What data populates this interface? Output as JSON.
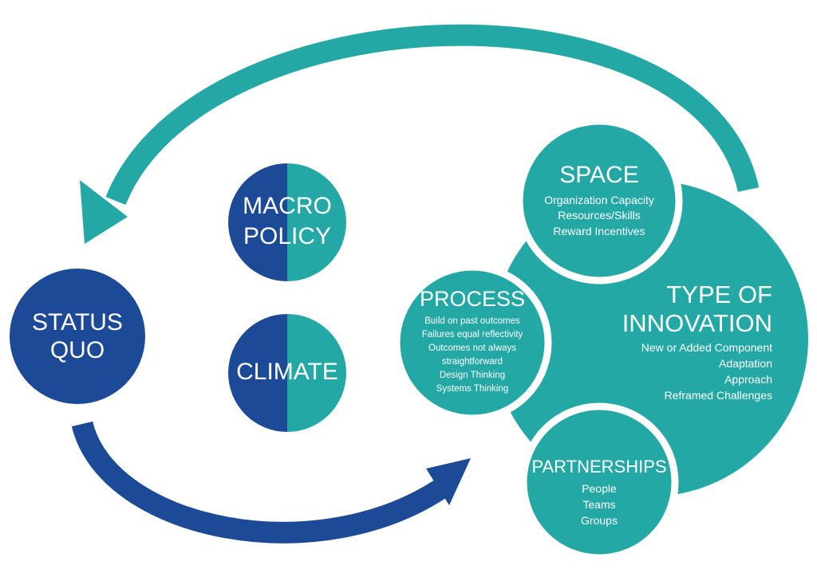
{
  "colors": {
    "navy": "#1c4a96",
    "teal": "#24a8a6",
    "white": "#ffffff"
  },
  "status_quo": {
    "line1": "STATUS",
    "line2": "QUO"
  },
  "macro_policy": {
    "line1": "MACRO",
    "line2": "POLICY"
  },
  "climate": {
    "title": "CLIMATE"
  },
  "space": {
    "title": "SPACE",
    "items": [
      "Organization Capacity",
      "Resources/Skills",
      "Reward Incentives"
    ]
  },
  "process": {
    "title": "PROCESS",
    "items": [
      "Build on past outcomes",
      "Failures equal reflectivity",
      "Outcomes not always",
      "straightforward",
      "Design Thinking",
      "Systems Thinking"
    ]
  },
  "type_of_innovation": {
    "line1": "TYPE OF",
    "line2": "INNOVATION",
    "items": [
      "New or Added Component",
      "Adaptation",
      "Approach",
      "Reframed Challenges"
    ]
  },
  "partnerships": {
    "title": "PARTNERSHIPS",
    "items": [
      "People",
      "Teams",
      "Groups"
    ]
  }
}
